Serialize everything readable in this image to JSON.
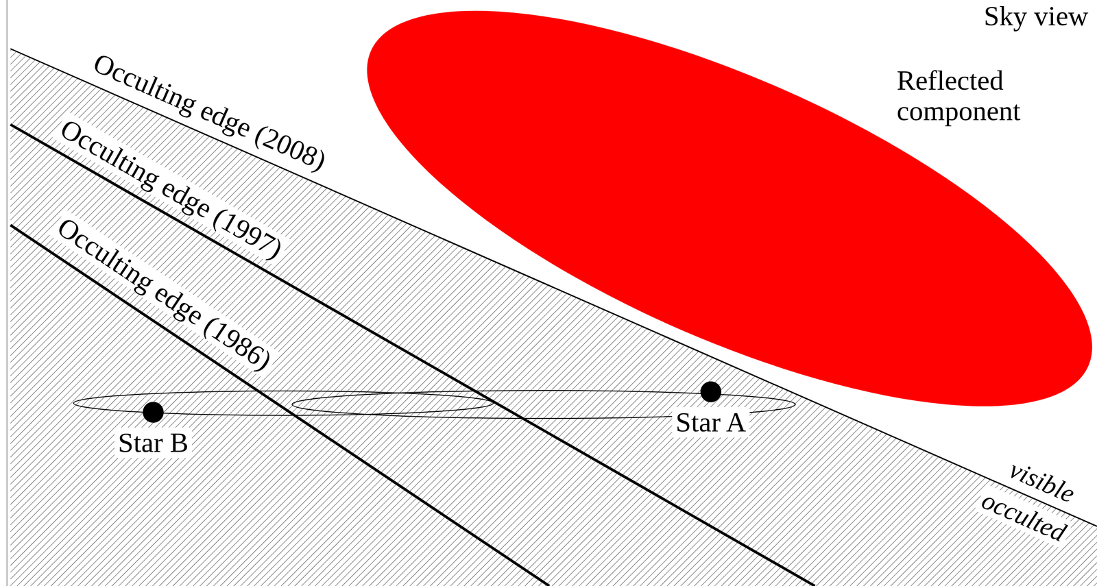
{
  "diagram": {
    "nodes": [
      {
        "text": [
          "Reflected component"
        ]
      },
      {
        "text": [
          "Star B"
        ]
      },
      {
        "text": [
          "Star A"
        ]
      }
    ],
    "labels": [
      "Sky view",
      "Occulting edge (2008)",
      "Occulting edge (1997)",
      "Occulting edge (1986)",
      "visible",
      "occulted"
    ]
  }
}
